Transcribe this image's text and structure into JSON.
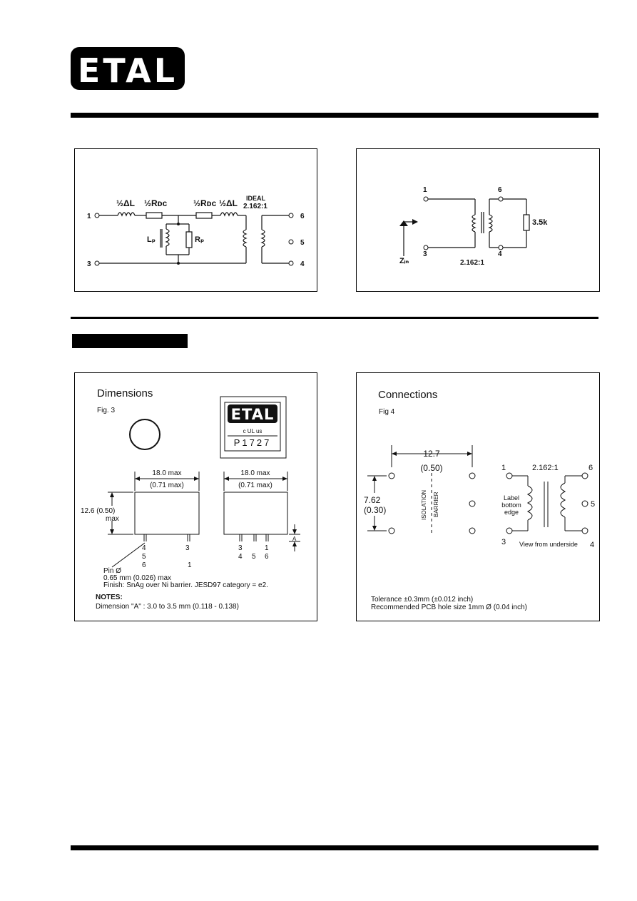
{
  "header": {
    "logo_text": "ETAL"
  },
  "circuit_left": {
    "labels": {
      "half_dl_left": "½ΔL",
      "half_rdc_left": "½Rᴅᴄ",
      "half_rdc_right": "½Rᴅᴄ",
      "half_dl_right": "½ΔL",
      "ideal": "IDEAL",
      "ratio": "2.162:1",
      "lp": "Lₚ",
      "rp": "Rₚ",
      "pin1": "1",
      "pin3": "3",
      "pin6": "6",
      "pin5": "5",
      "pin4": "4"
    }
  },
  "circuit_right": {
    "labels": {
      "pin1": "1",
      "pin3": "3",
      "pin6": "6",
      "pin4": "4",
      "zin": "Zᵢₙ",
      "ratio": "2.162:1",
      "load": "3.5k"
    }
  },
  "dimensions": {
    "title": "Dimensions",
    "fig": "Fig.  3",
    "stamp": {
      "brand": "ETAL",
      "cert": "c UL us",
      "part": "P1727"
    },
    "width_left": "18.0  max",
    "width_left_in": "(0.71  max)",
    "width_right": "18.0  max",
    "width_right_in": "(0.71  max)",
    "height_mm": "12.6  (0.50)",
    "height_max": "max",
    "dim_a": "A",
    "pins_left_col1": [
      "4",
      "5",
      "6"
    ],
    "pins_left_col2": [
      "3",
      "1"
    ],
    "pins_right_top": [
      "3",
      "1"
    ],
    "pins_right_bottom": [
      "4",
      "5",
      "6"
    ],
    "pin_dia": "Pin  Ø",
    "pin_size": "0.65  mm  (0.026)  max",
    "finish": "Finish:  SnAg  over  Ni  barrier.  JESD97  category  =  e2.",
    "notes_title": "NOTES:",
    "notes_text": "Dimension  \"A\"  :  3.0  to  3.5  mm  (0.118  -  0.138)"
  },
  "connections": {
    "title": "Connections",
    "fig": "Fig  4",
    "pitch_mm": "12.7",
    "pitch_in": "(0.50)",
    "height_mm": "7.62",
    "height_in": "(0.30)",
    "barrier_1": "ISOLATION",
    "barrier_2": "BARRIER",
    "pin1": "1",
    "pin3": "3",
    "pin6": "6",
    "pin5": "5",
    "pin4": "4",
    "ratio": "2.162:1",
    "label_l1": "Label",
    "label_l2": "bottom",
    "label_l3": "edge",
    "view": "View  from  underside",
    "tolerance": "Tolerance  ±0.3mm  (±0.012  inch)",
    "hole": "Recommended PCB hole size 1mm Ø (0.04 inch)"
  }
}
